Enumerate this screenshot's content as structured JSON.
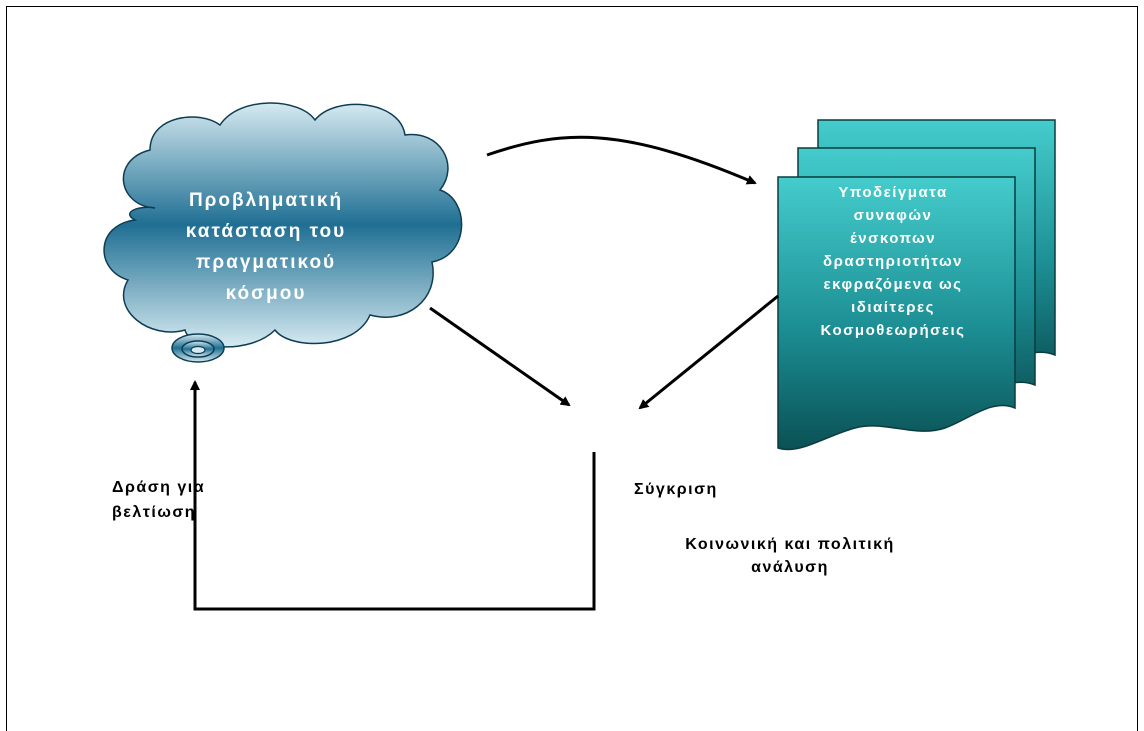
{
  "cloud": {
    "lines": [
      "Προβληματική",
      "κατάσταση του",
      "πραγματικού",
      "κόσμου"
    ]
  },
  "documents": {
    "lines": [
      "Υποδείγματα",
      "συναφών",
      "ένσκοπων",
      "δραστηριοτήτων",
      "εκφραζόμενα ως",
      "ιδιαίτερες",
      "Κοσμοθεωρήσεις"
    ]
  },
  "labels": {
    "action": [
      "Δράση για",
      "βελτίωση"
    ],
    "comparison": "Σύγκριση",
    "analysis": [
      "Κοινωνική και πολιτική",
      "ανάλυση"
    ]
  },
  "colors": {
    "cloud_light": "#cfe6ee",
    "cloud_dark": "#1c6f93",
    "doc_light": "#3cc4c4",
    "doc_dark": "#0d5a5e",
    "text_on_shape": "#ffffff",
    "text": "#000000"
  }
}
